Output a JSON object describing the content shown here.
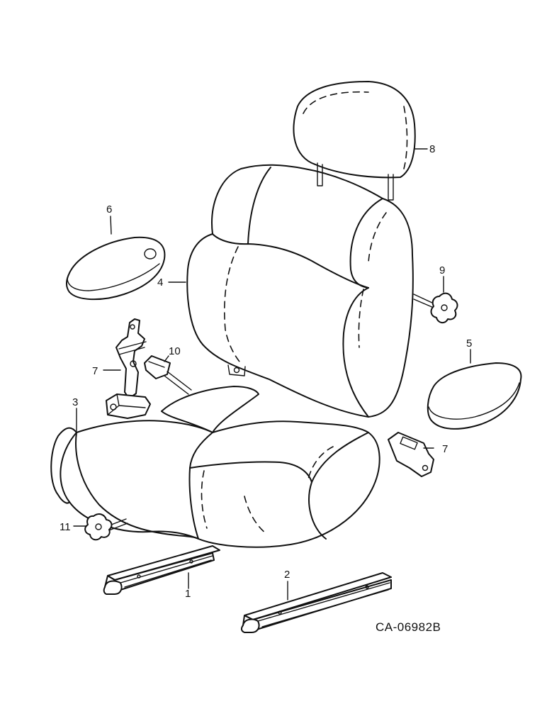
{
  "drawing_code": "CA-06982B",
  "callouts": [
    {
      "id": "1",
      "text": "1"
    },
    {
      "id": "2",
      "text": "2"
    },
    {
      "id": "3",
      "text": "3"
    },
    {
      "id": "4",
      "text": "4"
    },
    {
      "id": "5",
      "text": "5"
    },
    {
      "id": "6",
      "text": "6"
    },
    {
      "id": "7a",
      "text": "7"
    },
    {
      "id": "7b",
      "text": "7"
    },
    {
      "id": "8",
      "text": "8"
    },
    {
      "id": "9",
      "text": "9"
    },
    {
      "id": "10",
      "text": "10"
    },
    {
      "id": "11",
      "text": "11"
    }
  ]
}
